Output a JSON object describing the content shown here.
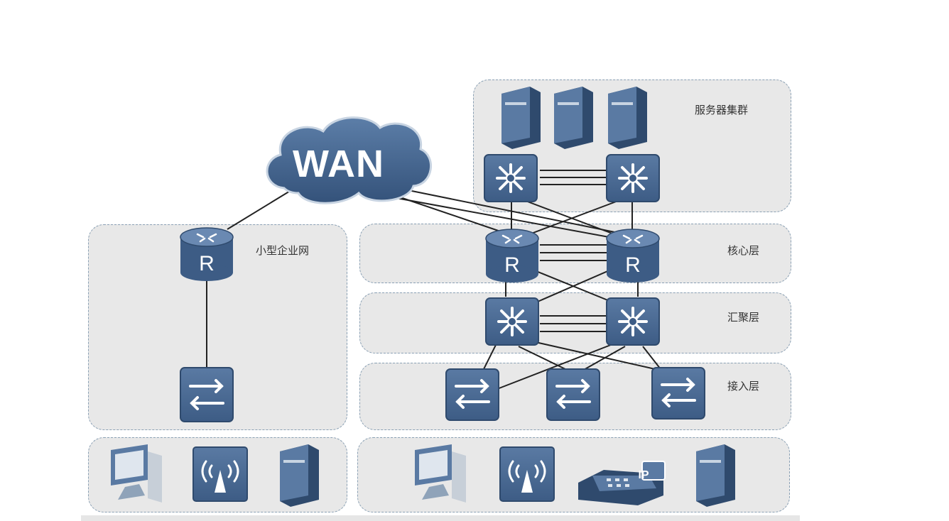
{
  "labels": {
    "wan": "WAN",
    "server_cluster": "服务器集群",
    "small_enterprise": "小型企业网",
    "core_layer": "核心层",
    "aggregation_layer": "汇聚层",
    "access_layer": "接入层"
  },
  "device_marks": {
    "router": "R",
    "ip_phone": "IP"
  },
  "colors": {
    "device_blue": "#4a6a93",
    "device_dark": "#2f4a6d",
    "zone_fill": "#e8e8e8",
    "zone_border": "#8aa0b4",
    "link": "#222222"
  }
}
